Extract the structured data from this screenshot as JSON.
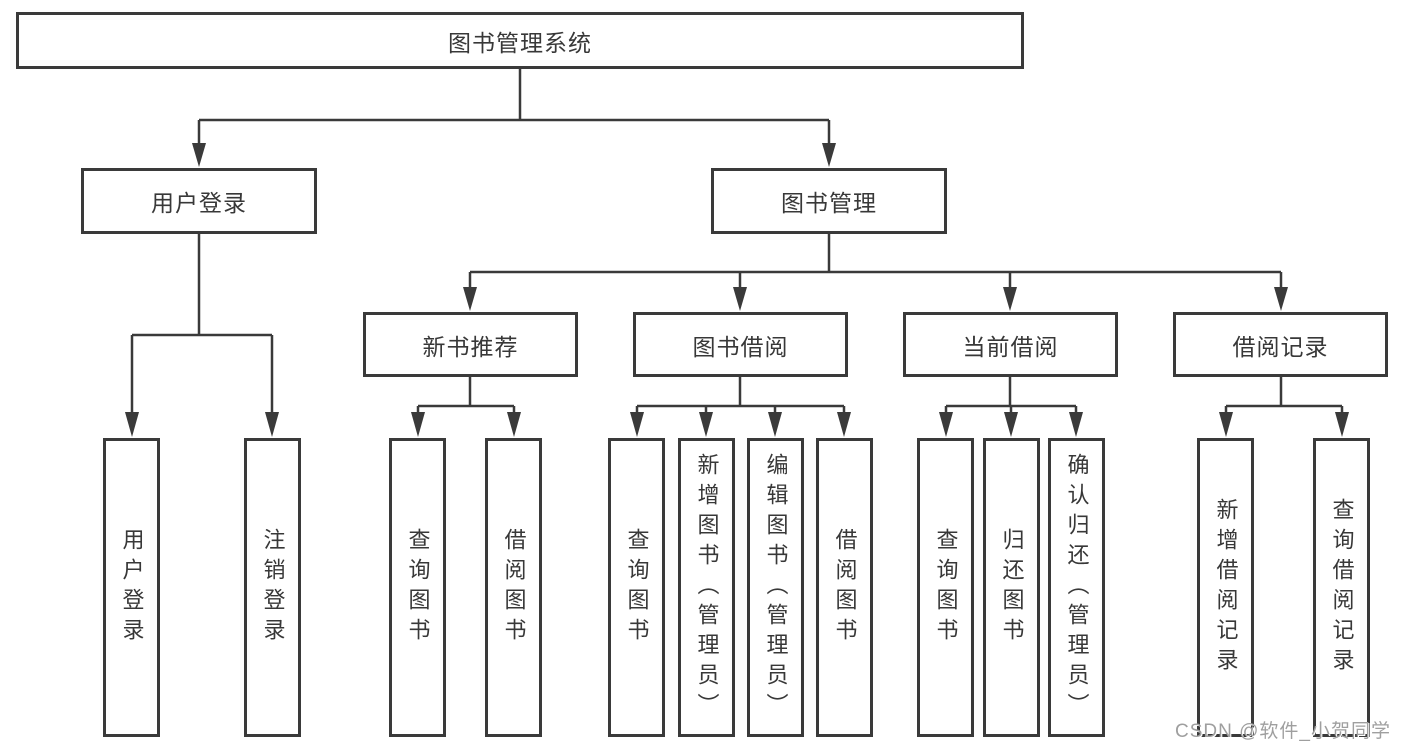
{
  "diagram": {
    "title": "图书管理系统",
    "colors": {
      "line": "#3a3a3a",
      "text": "#383838",
      "background": "#ffffff",
      "watermark": "#9f9f9f"
    },
    "root": {
      "label": "图书管理系统",
      "children": [
        {
          "label": "用户登录",
          "children": [
            {
              "label": "用户登录"
            },
            {
              "label": "注销登录"
            }
          ]
        },
        {
          "label": "图书管理",
          "children": [
            {
              "label": "新书推荐",
              "children": [
                {
                  "label": "查询图书"
                },
                {
                  "label": "借阅图书"
                }
              ]
            },
            {
              "label": "图书借阅",
              "children": [
                {
                  "label": "查询图书"
                },
                {
                  "label": "新增图书（管理员）"
                },
                {
                  "label": "编辑图书（管理员）"
                },
                {
                  "label": "借阅图书"
                }
              ]
            },
            {
              "label": "当前借阅",
              "children": [
                {
                  "label": "查询图书"
                },
                {
                  "label": "归还图书"
                },
                {
                  "label": "确认归还（管理员）"
                }
              ]
            },
            {
              "label": "借阅记录",
              "children": [
                {
                  "label": "新增借阅记录"
                },
                {
                  "label": "查询借阅记录"
                }
              ]
            }
          ]
        }
      ]
    }
  },
  "watermark": {
    "text": "CSDN @软件_小贺同学"
  }
}
